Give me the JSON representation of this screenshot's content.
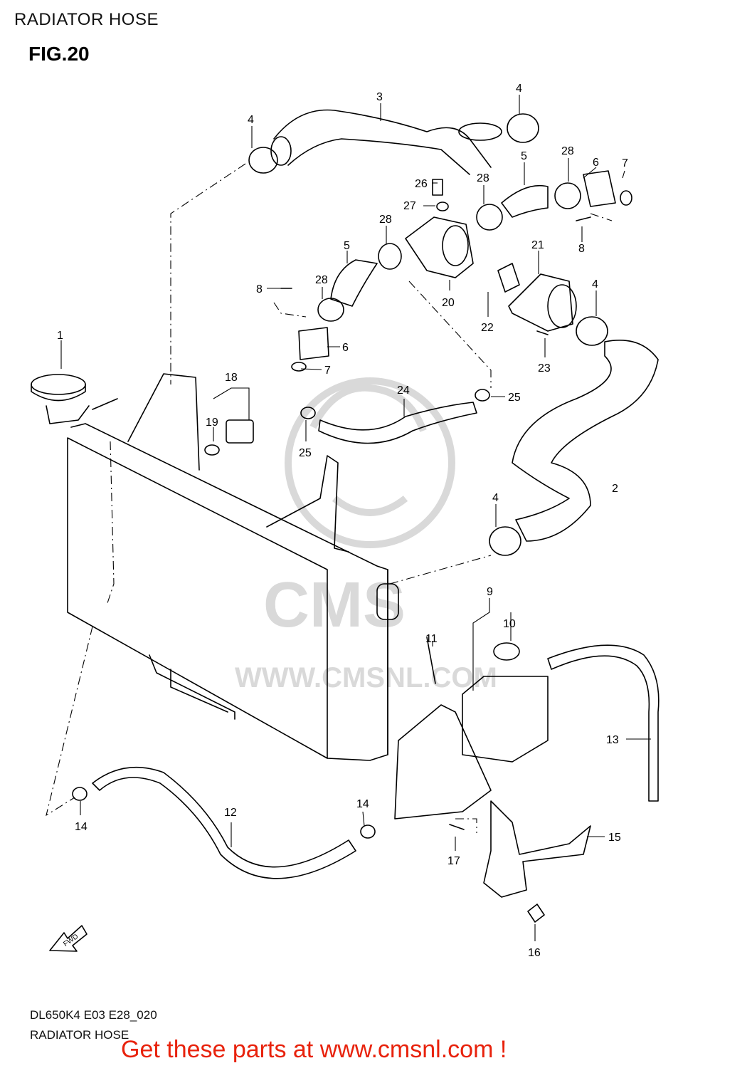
{
  "header": {
    "title": "RADIATOR HOSE"
  },
  "figure": {
    "label": "FIG.20"
  },
  "watermark": {
    "brand": "CMS",
    "url": "WWW.CMSNL.COM"
  },
  "fwd_arrow": {
    "label": "FWD"
  },
  "callouts": [
    {
      "id": "c1",
      "label": "1"
    },
    {
      "id": "c2",
      "label": "2"
    },
    {
      "id": "c3",
      "label": "3"
    },
    {
      "id": "c4a",
      "label": "4"
    },
    {
      "id": "c4b",
      "label": "4"
    },
    {
      "id": "c4c",
      "label": "4"
    },
    {
      "id": "c4d",
      "label": "4"
    },
    {
      "id": "c5a",
      "label": "5"
    },
    {
      "id": "c5b",
      "label": "5"
    },
    {
      "id": "c6a",
      "label": "6"
    },
    {
      "id": "c6b",
      "label": "6"
    },
    {
      "id": "c7a",
      "label": "7"
    },
    {
      "id": "c7b",
      "label": "7"
    },
    {
      "id": "c8a",
      "label": "8"
    },
    {
      "id": "c8b",
      "label": "8"
    },
    {
      "id": "c9",
      "label": "9"
    },
    {
      "id": "c10",
      "label": "10"
    },
    {
      "id": "c11",
      "label": "11"
    },
    {
      "id": "c12",
      "label": "12"
    },
    {
      "id": "c13",
      "label": "13"
    },
    {
      "id": "c14a",
      "label": "14"
    },
    {
      "id": "c14b",
      "label": "14"
    },
    {
      "id": "c15",
      "label": "15"
    },
    {
      "id": "c16",
      "label": "16"
    },
    {
      "id": "c17",
      "label": "17"
    },
    {
      "id": "c18",
      "label": "18"
    },
    {
      "id": "c19",
      "label": "19"
    },
    {
      "id": "c20",
      "label": "20"
    },
    {
      "id": "c21",
      "label": "21"
    },
    {
      "id": "c22",
      "label": "22"
    },
    {
      "id": "c23",
      "label": "23"
    },
    {
      "id": "c24",
      "label": "24"
    },
    {
      "id": "c25a",
      "label": "25"
    },
    {
      "id": "c25b",
      "label": "25"
    },
    {
      "id": "c26",
      "label": "26"
    },
    {
      "id": "c27",
      "label": "27"
    },
    {
      "id": "c28a",
      "label": "28"
    },
    {
      "id": "c28b",
      "label": "28"
    },
    {
      "id": "c28c",
      "label": "28"
    },
    {
      "id": "c28d",
      "label": "28"
    }
  ],
  "footer": {
    "diagram_code": "DL650K4 E03 E28_020",
    "diagram_name": "RADIATOR HOSE",
    "link_text": "Get these parts at www.cmsnl.com !"
  }
}
